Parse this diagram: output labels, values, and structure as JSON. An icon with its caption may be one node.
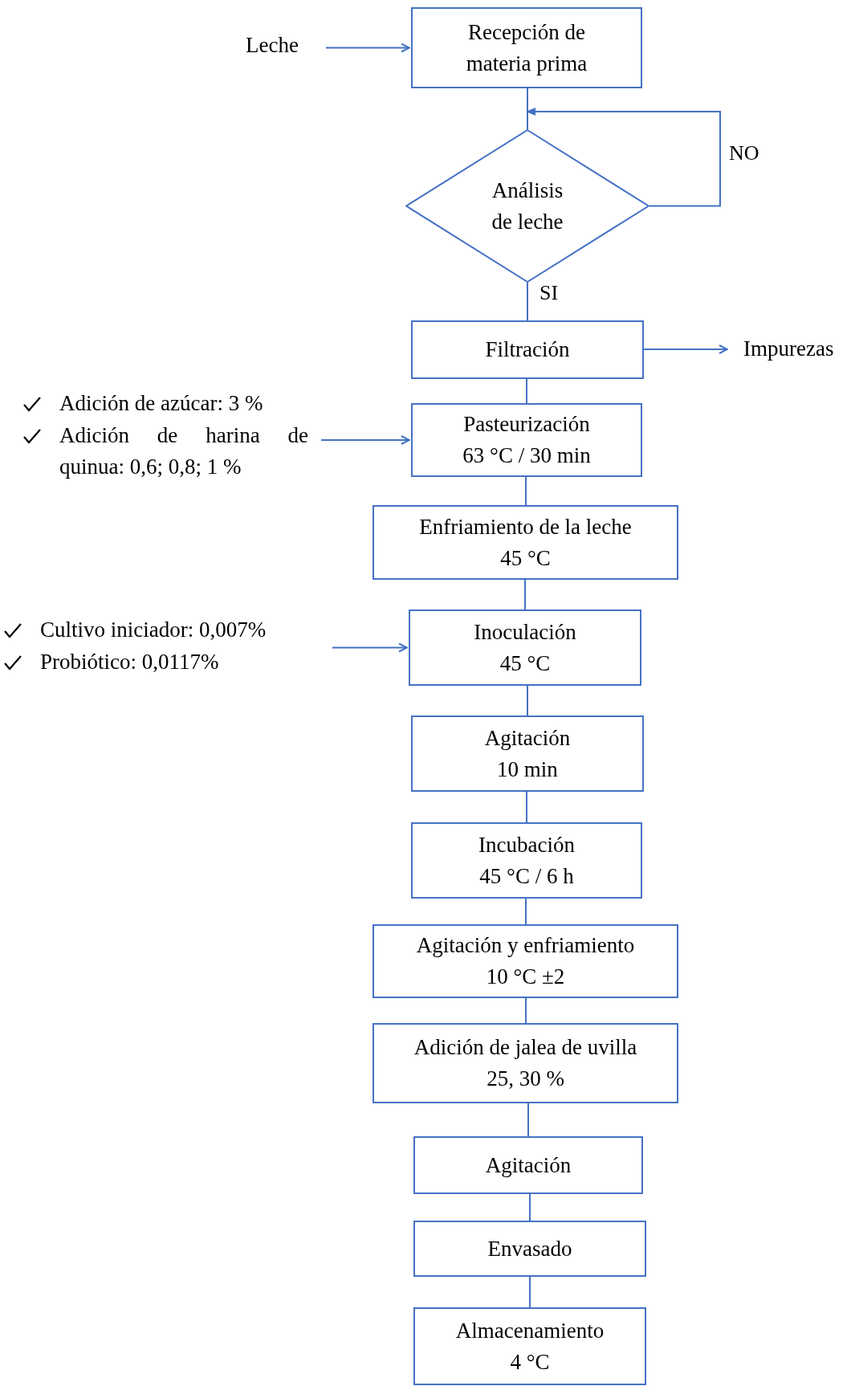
{
  "diagram": {
    "nodes": [
      {
        "text": [
          "Leche"
        ]
      },
      {
        "text": [
          "Recepción de materia prima"
        ]
      },
      {
        "text": [
          "Análisis de leche"
        ]
      },
      {
        "text": [
          "Filtración"
        ]
      },
      {
        "text": [
          "Impurezas"
        ]
      },
      {
        "text": [
          "Adición de azúcar: 3 %",
          "Adición de harina de quinua: 0,6; 0,8; 1 %"
        ]
      },
      {
        "text": [
          "Pasteurización",
          "63 °C / 30 min"
        ]
      },
      {
        "text": [
          "Enfriamiento de la leche",
          "45 °C"
        ]
      },
      {
        "text": [
          "Cultivo iniciador: 0,007%",
          "Probiótico: 0,0117%"
        ]
      },
      {
        "text": [
          "Inoculación",
          "45 °C"
        ]
      },
      {
        "text": [
          "Agitación",
          "10 min"
        ]
      },
      {
        "text": [
          "Incubación",
          "45 °C / 6 h"
        ]
      },
      {
        "text": [
          "Agitación y enfriamiento",
          "10 °C ±2"
        ]
      },
      {
        "text": [
          "Adición de jalea de uvilla",
          "25, 30 %"
        ]
      },
      {
        "text": [
          "Agitación"
        ]
      },
      {
        "text": [
          "Envasado"
        ]
      },
      {
        "text": [
          "Almacenamiento",
          "4 °C"
        ]
      }
    ],
    "edges": [
      {
        "from": 0,
        "to": 1,
        "arrow": "to"
      },
      {
        "from": 1,
        "to": 2,
        "arrow": "none"
      },
      {
        "from": 2,
        "to": 1,
        "arrow": "to",
        "label": "NO"
      },
      {
        "from": 2,
        "to": 3,
        "arrow": "none",
        "label": "SI"
      },
      {
        "from": 3,
        "to": 4,
        "arrow": "to"
      },
      {
        "from": 5,
        "to": 6,
        "arrow": "to"
      },
      {
        "from": 3,
        "to": 6,
        "arrow": "none"
      },
      {
        "from": 6,
        "to": 7,
        "arrow": "none"
      },
      {
        "from": 7,
        "to": 9,
        "arrow": "none"
      },
      {
        "from": 8,
        "to": 9,
        "arrow": "to"
      },
      {
        "from": 9,
        "to": 10,
        "arrow": "none"
      },
      {
        "from": 10,
        "to": 11,
        "arrow": "none"
      },
      {
        "from": 11,
        "to": 12,
        "arrow": "none"
      },
      {
        "from": 12,
        "to": 13,
        "arrow": "none"
      },
      {
        "from": 13,
        "to": 14,
        "arrow": "none"
      },
      {
        "from": 14,
        "to": 15,
        "arrow": "none"
      },
      {
        "from": 15,
        "to": 16,
        "arrow": "none"
      }
    ]
  }
}
